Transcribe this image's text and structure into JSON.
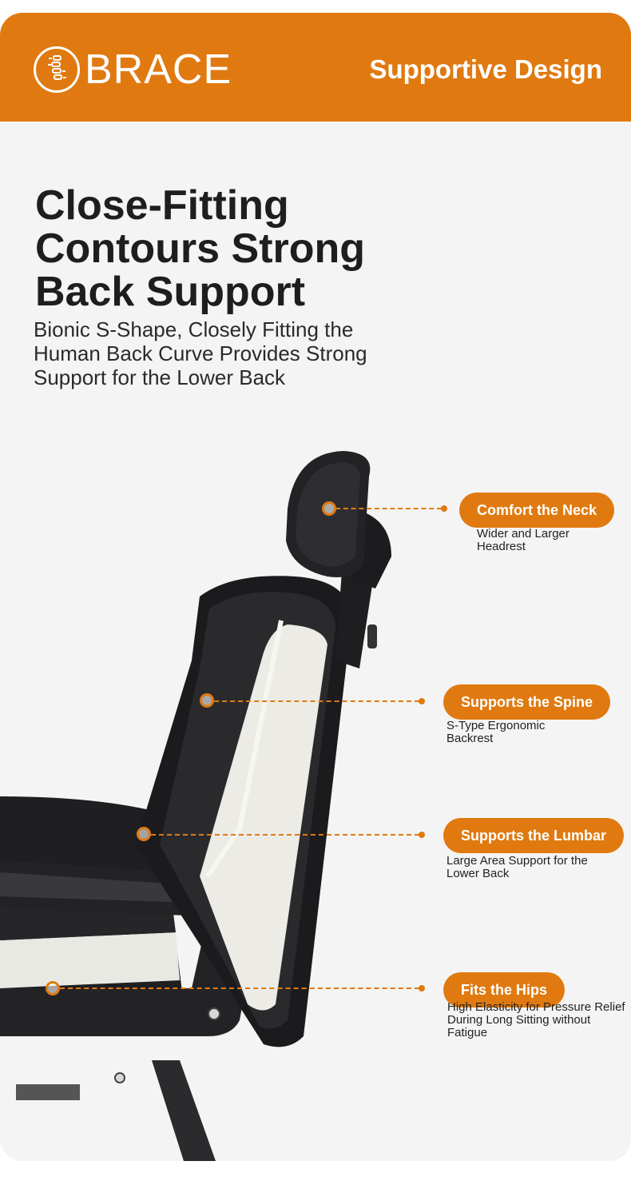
{
  "header": {
    "brand": "BRACE",
    "tagline": "Supportive Design",
    "logo_icon": "spine-icon"
  },
  "hero": {
    "headline": "Close-Fitting Contours Strong Back Support",
    "subline": "Bionic S-Shape, Closely Fitting the Human Back Curve Provides Strong Support for the Lower Back"
  },
  "features": [
    {
      "title": "Comfort the Neck",
      "desc": "Wider and Larger Headrest"
    },
    {
      "title": "Supports the Spine",
      "desc": "S-Type Ergonomic Backrest"
    },
    {
      "title": "Supports the Lumbar",
      "desc": "Large Area Support for the Lower Back"
    },
    {
      "title": "Fits the Hips",
      "desc": "High Elasticity for Pressure Relief During Long Sitting without Fatigue"
    }
  ],
  "colors": {
    "accent": "#e07a10",
    "background": "#f4f4f4",
    "text": "#1e1e1e"
  }
}
